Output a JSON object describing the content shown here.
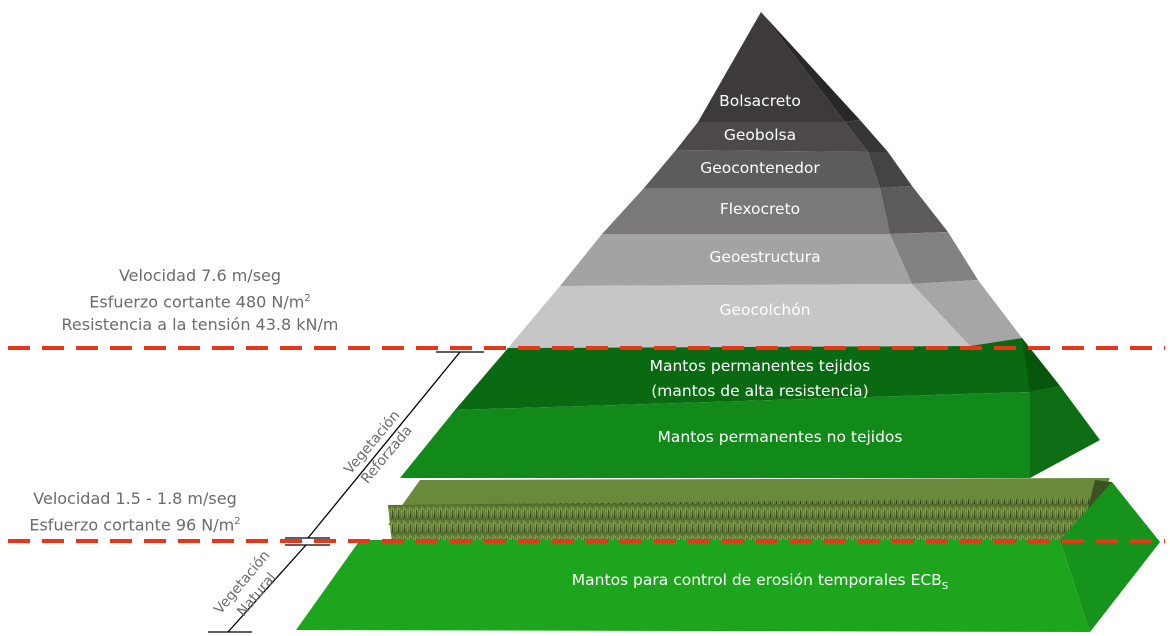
{
  "layers": {
    "bolsacreto": "Bolsacreto",
    "geobolsa": "Geobolsa",
    "geocontenedor": "Geocontenedor",
    "flexocreto": "Flexocreto",
    "geoestructura": "Geoestructura",
    "geocolchon": "Geocolchón",
    "tejidos_line1": "Mantos permanentes tejidos",
    "tejidos_line2": "(mantos de alta resistencia)",
    "no_tejidos": "Mantos permanentes no tejidos",
    "temporales": "Mantos para control de erosión temporales ECB",
    "temporales_sub": "S"
  },
  "thresholds": {
    "upper": {
      "line1": "Velocidad 7.6 m/seg",
      "line2": "Esfuerzo cortante 480 N/m",
      "line2_sup": "2",
      "line3": "Resistencia a la tensión 43.8 kN/m"
    },
    "lower": {
      "line1": "Velocidad 1.5 - 1.8 m/seg",
      "line2": "Esfuerzo cortante 96 N/m",
      "line2_sup": "2"
    }
  },
  "scale": {
    "reforzada_1": "Vegetación",
    "reforzada_2": "Reforzada",
    "natural_1": "Vegetación",
    "natural_2": "Natural"
  },
  "colors": {
    "dashed_line": "#e8361b",
    "top_layers": [
      "#3e3a3b",
      "#4d494a",
      "#5e5b5c",
      "#7a7878",
      "#a3a3a3",
      "#c6c6c6"
    ],
    "green_dark": "#0a6a12",
    "green_mid": "#128a1a",
    "green_bright": "#1ea51e"
  }
}
